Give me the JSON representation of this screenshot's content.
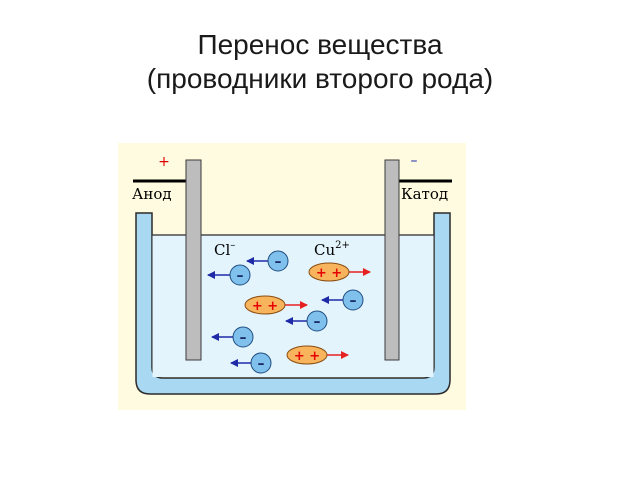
{
  "title": {
    "line1": "Перенос вещества",
    "line2": "(проводники второго рода)"
  },
  "diagram": {
    "anode_label": "Анод",
    "cathode_label": "Катод",
    "anode_sign": "+",
    "cathode_sign": "–",
    "anion_label": "Cl",
    "anion_charge": "–",
    "cation_label": "Cu",
    "cation_charge": "2+",
    "anion_symbol": "–",
    "cation_symbol": "+ +",
    "colors": {
      "background": "#fffbe0",
      "electrolyte": "#e4f4fd",
      "vessel": "#a9d8f3",
      "vessel_outline": "#2b2b2b",
      "electrode": "#bdbdbd",
      "anion_fill": "#7fc0ec",
      "cation_fill": "#f7b45d",
      "anion_arrow": "#1e2aa8",
      "cation_arrow": "#e62020",
      "cation_sign": "#e60000"
    },
    "icons": {
      "anion": "negative-ion-circle",
      "cation": "positive-ion-ellipse"
    }
  }
}
